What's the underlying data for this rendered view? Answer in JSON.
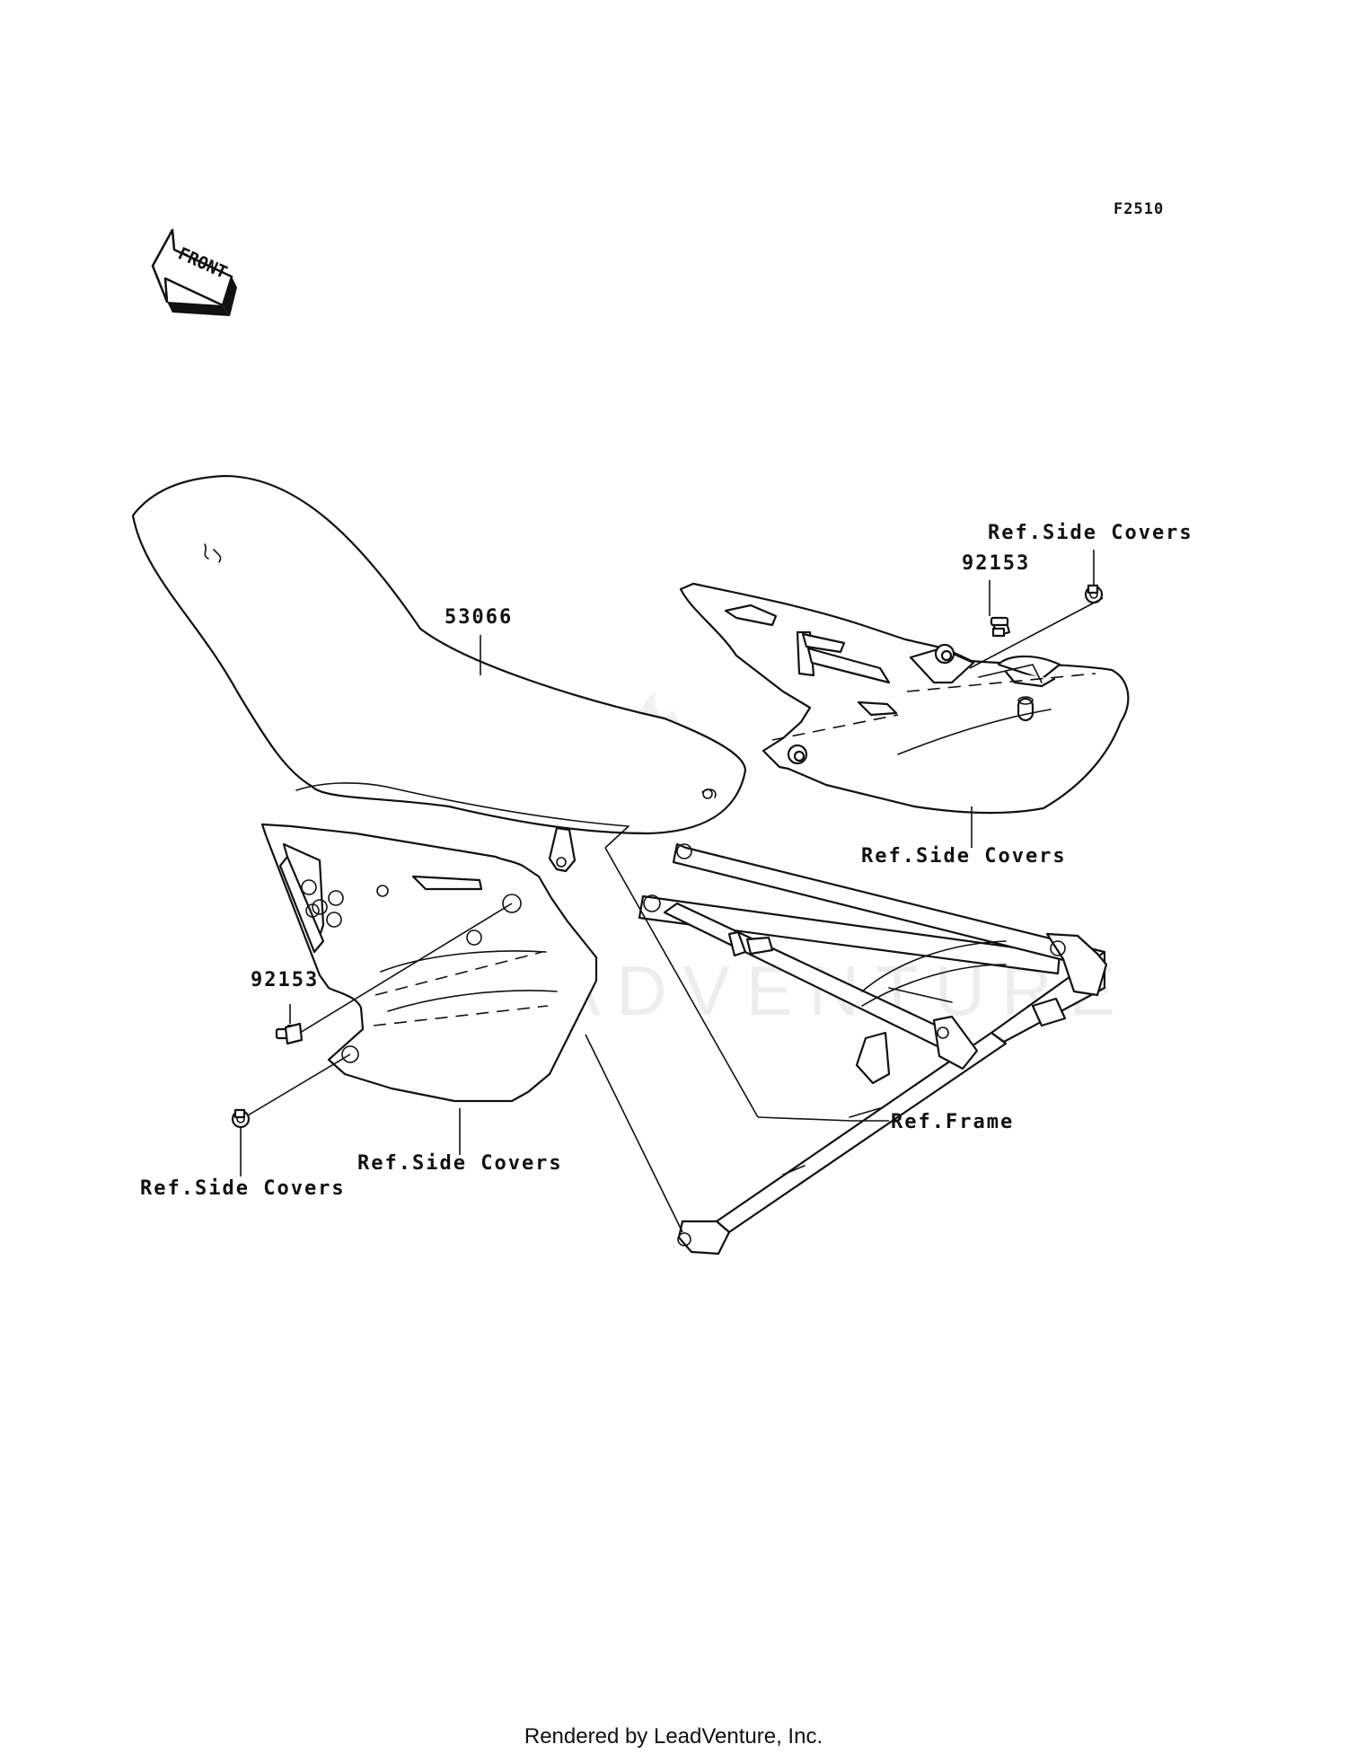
{
  "figure_code": "F2510",
  "front_arrow_text": "FRONT",
  "watermark": "LEADVENTURE",
  "labels": {
    "seat": "53066",
    "bolt_right": "92153",
    "bolt_left": "92153",
    "ref_side_covers_top_right": "Ref.Side Covers",
    "ref_side_covers_right": "Ref.Side Covers",
    "ref_frame": "Ref.Frame",
    "ref_side_covers_left_lower": "Ref.Side Covers",
    "ref_side_covers_left_bolt": "Ref.Side Covers"
  },
  "footer": "Rendered by LeadVenture, Inc."
}
